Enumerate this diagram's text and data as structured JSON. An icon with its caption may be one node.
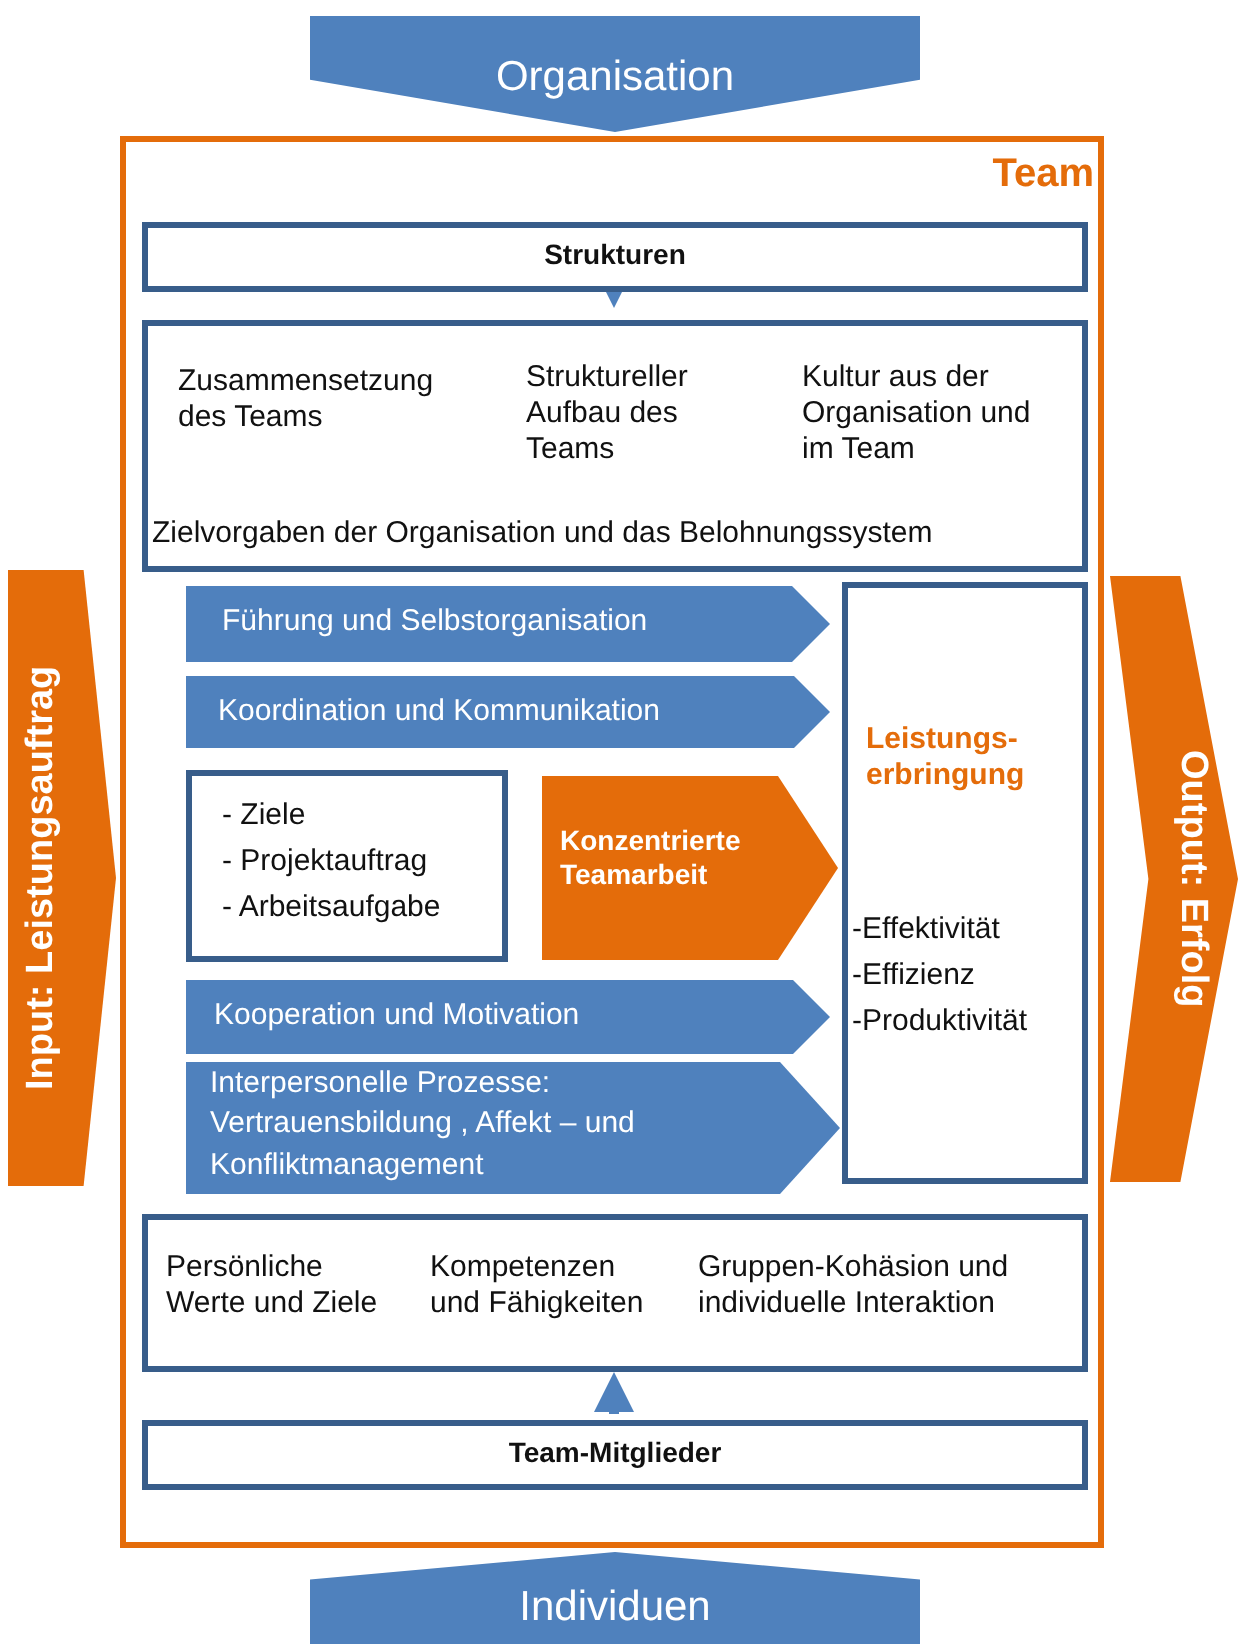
{
  "diagram": {
    "nodes": [
      {
        "text": [
          "Organisation"
        ]
      },
      {
        "text": [
          "Team"
        ]
      },
      {
        "text": [
          "Strukturen"
        ],
        "in": 1
      },
      {
        "text": [
          "Zusammensetzung des Teams",
          "Struktureller Aufbau des Teams",
          "Kultur aus der Organisation und im Team",
          "Zielvorgaben der Organisation und das Belohnungssystem"
        ],
        "in": 1
      },
      {
        "text": [
          "Führung  und Selbstorganisation"
        ],
        "in": 1
      },
      {
        "text": [
          "Koordination und Kommunikation"
        ],
        "in": 1
      },
      {
        "text": [
          "- Ziele",
          "- Projektauftrag",
          "- Arbeitsaufgabe"
        ],
        "in": 1
      },
      {
        "text": [
          "Konzentrierte Teamarbeit"
        ],
        "in": 1
      },
      {
        "text": [
          "Kooperation  und Motivation"
        ],
        "in": 1
      },
      {
        "text": [
          "Interpersonelle Prozesse: Vertrauensbildung , Affekt – und Konfliktmanagement"
        ],
        "in": 1
      },
      {
        "text": [
          "Leistungs- erbringung",
          "-Effektivität",
          "-Effizienz",
          "-Produktivität"
        ],
        "in": 1
      },
      {
        "text": [
          "Persönliche Werte und Ziele",
          "Kompetenzen und Fähigkeiten",
          "Gruppen-Kohäsion und individuelle Interaktion"
        ],
        "in": 1
      },
      {
        "text": [
          "Team-Mitglieder"
        ],
        "in": 1
      },
      {
        "text": [
          "Individuen"
        ]
      },
      {
        "text": [
          "Input: Leistungsauftrag"
        ]
      },
      {
        "text": [
          "Output: Erfolg"
        ]
      }
    ],
    "edges": [
      {
        "from": 2,
        "to": 3,
        "arrow": "to"
      },
      {
        "from": 12,
        "to": 11,
        "arrow": "to"
      }
    ]
  }
}
